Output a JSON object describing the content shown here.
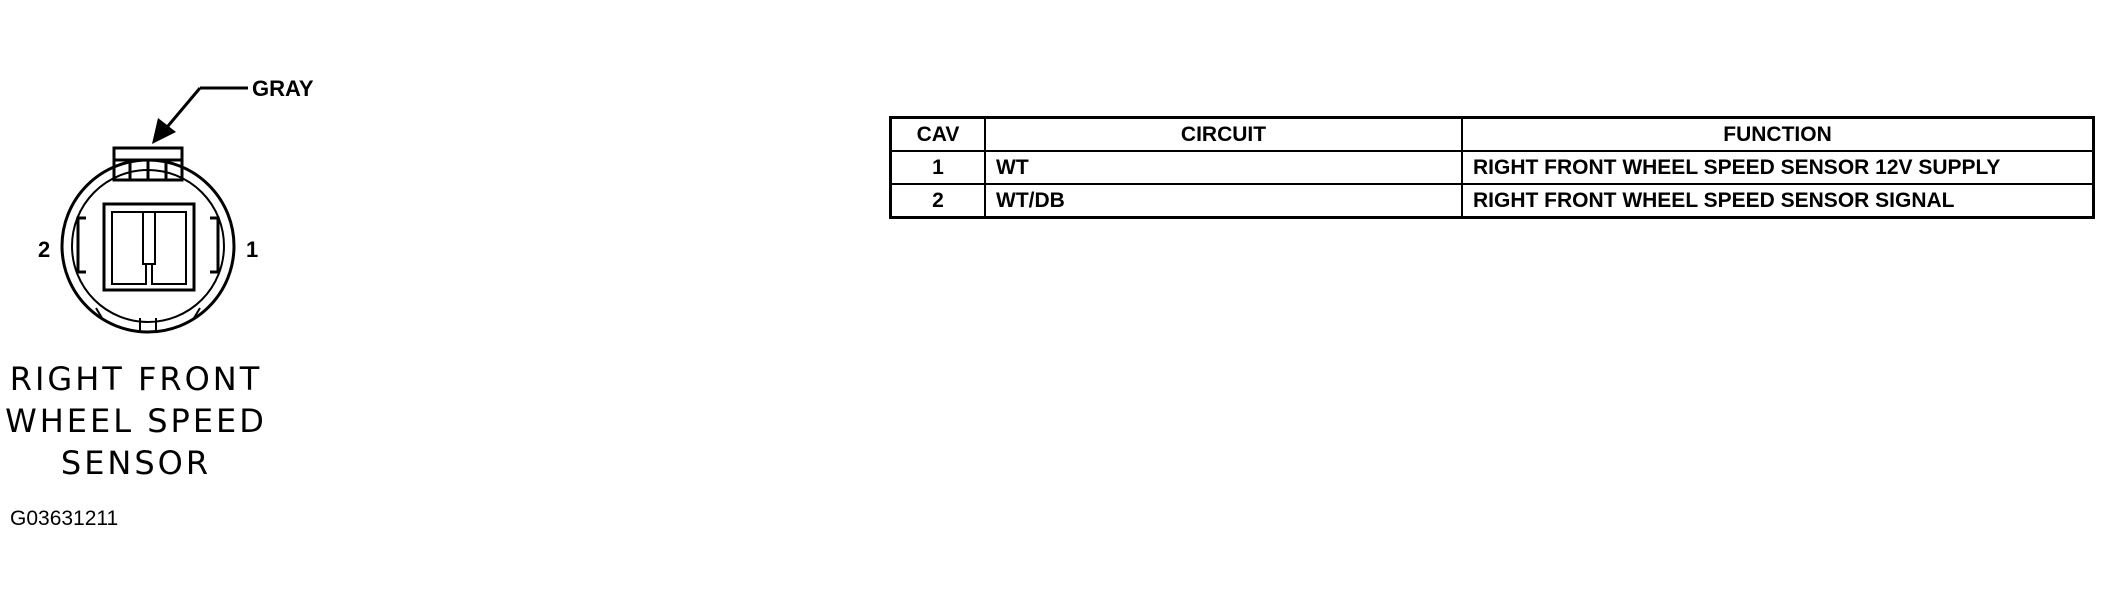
{
  "connector": {
    "color_label": "GRAY",
    "pin_left": "2",
    "pin_right": "1",
    "caption_lines": [
      "RIGHT FRONT",
      "WHEEL SPEED",
      "SENSOR"
    ],
    "figure_id": "G03631211"
  },
  "table": {
    "headers": {
      "cav": "CAV",
      "circuit": "CIRCUIT",
      "function": "FUNCTION"
    },
    "rows": [
      {
        "cav": "1",
        "circuit": "WT",
        "function": "RIGHT FRONT WHEEL SPEED SENSOR 12V SUPPLY"
      },
      {
        "cav": "2",
        "circuit": "WT/DB",
        "function": "RIGHT FRONT WHEEL SPEED SENSOR SIGNAL"
      }
    ]
  }
}
